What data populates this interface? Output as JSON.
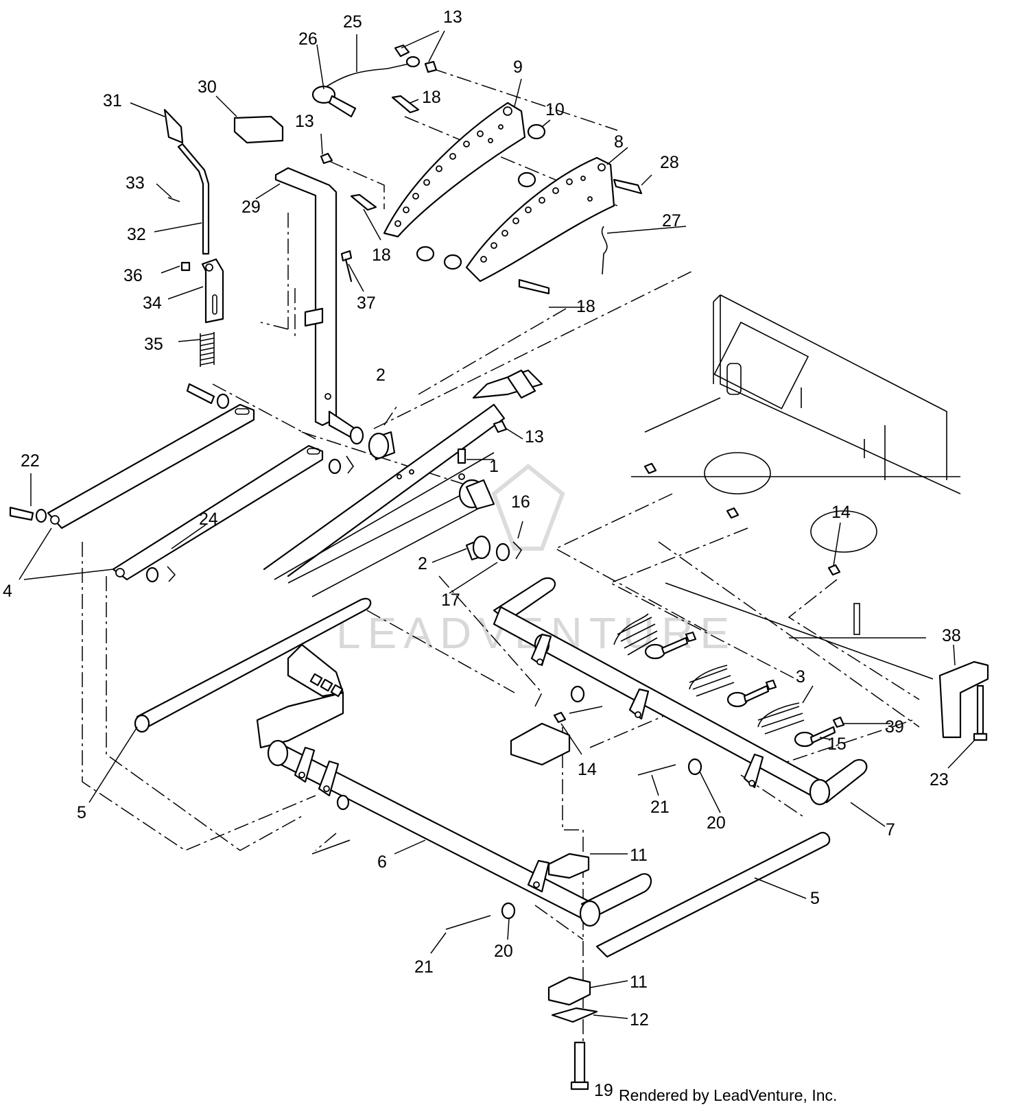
{
  "callouts": [
    "1",
    "2",
    "2",
    "3",
    "4",
    "5",
    "5",
    "6",
    "7",
    "8",
    "9",
    "10",
    "11",
    "11",
    "12",
    "13",
    "13",
    "13",
    "14",
    "14",
    "15",
    "16",
    "17",
    "18",
    "18",
    "18",
    "19",
    "20",
    "20",
    "21",
    "21",
    "22",
    "23",
    "24",
    "25",
    "26",
    "27",
    "28",
    "29",
    "30",
    "31",
    "32",
    "33",
    "34",
    "35",
    "36",
    "37",
    "38",
    "39"
  ],
  "watermark": "LEADVENTURE",
  "footer": "Rendered by LeadVenture, Inc."
}
